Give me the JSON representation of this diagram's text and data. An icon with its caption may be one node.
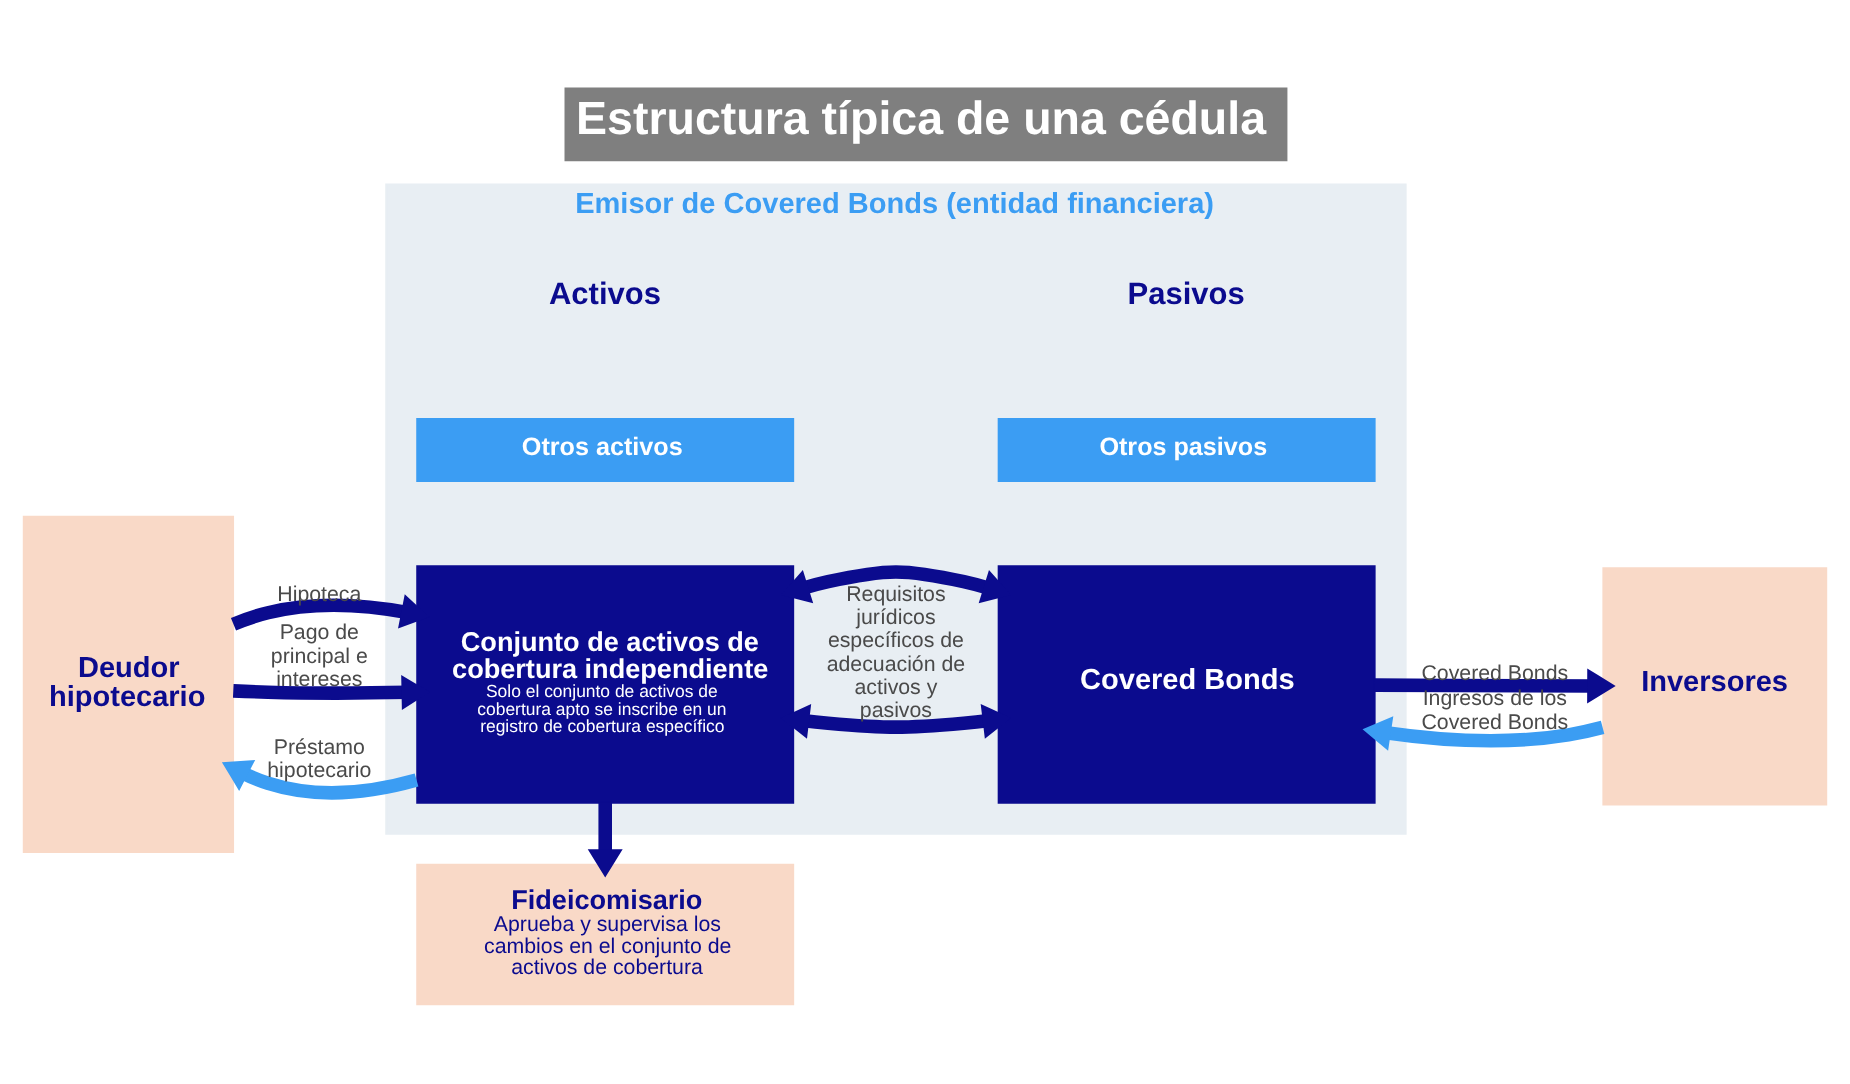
{
  "diagram": {
    "title": "Estructura típica de una cédula",
    "nodes": [
      {
        "text": [
          "Emisor de Covered Bonds (entidad financiera)"
        ]
      },
      {
        "text": [
          "Otros activos"
        ],
        "in": 0
      },
      {
        "text": [
          "Conjunto de activos de cobertura independiente",
          "Solo el conjunto de activos de cobertura apto se inscribe en un registro de cobertura específico"
        ],
        "in": 0
      },
      {
        "text": [
          "Otros pasivos"
        ],
        "in": 0
      },
      {
        "text": [
          "Covered Bonds"
        ],
        "in": 0
      },
      {
        "text": [
          "Deudor hipotecario"
        ]
      },
      {
        "text": [
          "Fideicomisario",
          "Aprueba y supervisa los cambios en el conjunto de activos de cobertura"
        ]
      },
      {
        "text": [
          "Inversores"
        ]
      }
    ],
    "edges": [
      {
        "from": 5,
        "to": 2,
        "arrow": "to",
        "label": "Hipoteca"
      },
      {
        "from": 2,
        "to": 5,
        "arrow": "to",
        "label": "Préstamo hipotecario",
        "color": "#3b9df3"
      },
      {
        "from": 5,
        "to": 2,
        "arrow": "to",
        "label": "Pago de principal e intereses"
      },
      {
        "from": 2,
        "to": 4,
        "arrow": "both",
        "label": "Requisitos jurídicos específicos de adecuación de activos y pasivos"
      },
      {
        "from": 2,
        "to": 4,
        "arrow": "both"
      },
      {
        "from": 2,
        "to": 6,
        "arrow": "to"
      },
      {
        "from": 7,
        "to": 4,
        "arrow": "to",
        "label": "Ingresos de los Covered Bonds",
        "color": "#3b9df3"
      },
      {
        "from": 4,
        "to": 7,
        "arrow": "to",
        "label": "Covered Bonds"
      }
    ],
    "labels": [
      "Activos",
      "Pasivos"
    ]
  }
}
